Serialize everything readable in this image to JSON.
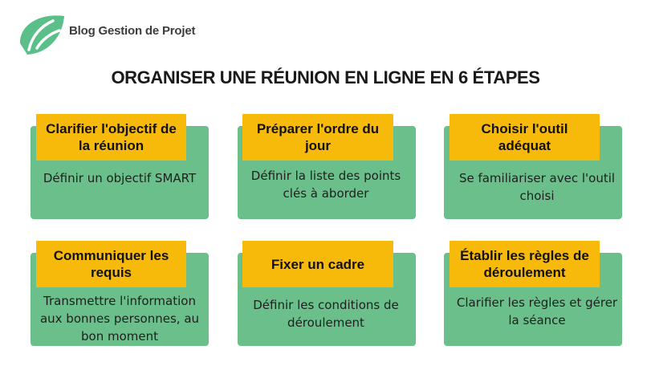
{
  "brand": {
    "name": "Blog Gestion de Projet",
    "logo_icon": "leaf-logo-icon",
    "logo_color": "#5bbf8a"
  },
  "title": "ORGANISER UNE RÉUNION EN LIGNE EN 6 ÉTAPES",
  "colors": {
    "card": "#6abf8a",
    "header": "#f7b90a"
  },
  "steps": [
    {
      "title": "Clarifier l'objectif de la réunion",
      "description": "Définir un objectif SMART"
    },
    {
      "title": "Préparer l'ordre du jour",
      "description": "Définir la liste des points clés à aborder"
    },
    {
      "title": "Choisir l'outil adéquat",
      "description": "Se familiariser avec l'outil choisi"
    },
    {
      "title": "Communiquer les requis",
      "description": "Transmettre l'information aux bonnes personnes, au bon moment"
    },
    {
      "title": "Fixer un cadre",
      "description": "Définir les conditions de déroulement"
    },
    {
      "title": "Établir les règles de déroulement",
      "description": "Clarifier les règles et gérer la séance"
    }
  ]
}
